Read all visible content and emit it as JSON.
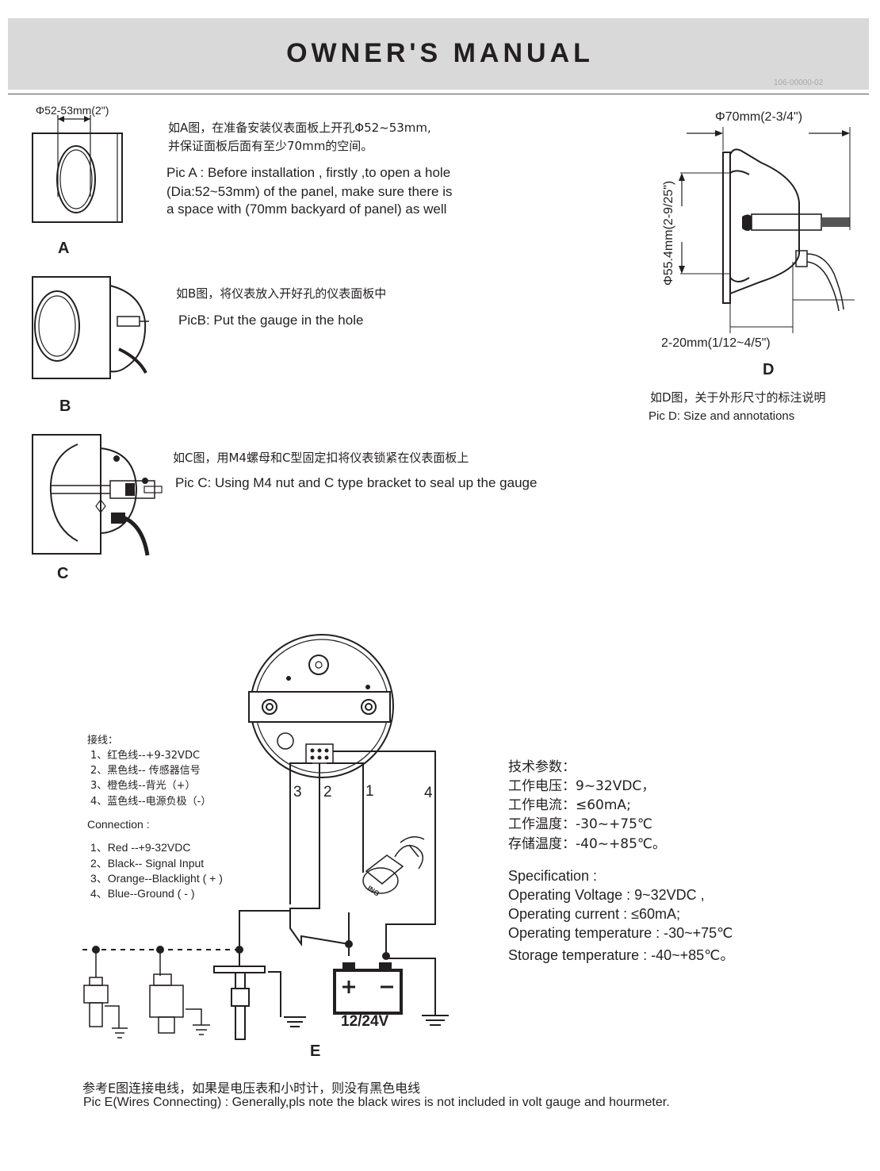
{
  "header": {
    "title": "OWNER'S  MANUAL",
    "code": "106-00000-02"
  },
  "pic_a": {
    "dim": "Φ52-53mm(2\")",
    "zh_line1": "如A图，在准备安装仪表面板上开孔Φ52~53mm,",
    "zh_line2": "并保证面板后面有至少70mm的空间。",
    "en_line1": "Pic A : Before installation , firstly ,to open a hole",
    "en_line2": "(Dia:52~53mm) of the panel, make sure there is",
    "en_line3": "a space with (70mm backyard of panel)  as well",
    "label": "A"
  },
  "pic_b": {
    "zh": "如B图，将仪表放入开好孔的仪表面板中",
    "en": "PicB: Put the gauge in the hole",
    "label": "B"
  },
  "pic_c": {
    "zh": "如C图，用M4螺母和C型固定扣将仪表锁紧在仪表面板上",
    "en": "Pic C: Using M4 nut and C type bracket to seal up the gauge",
    "label": "C"
  },
  "pic_d": {
    "dim_top": "Φ70mm(2-3/4\")",
    "dim_side": "Φ55.4mm(2-9/25\")",
    "dim_bottom": "2-20mm(1/12~4/5\")",
    "label": "D",
    "zh": "如D图，关于外形尺寸的标注说明",
    "en": "Pic D: Size and annotations"
  },
  "wiring_zh": {
    "heading": "接线：",
    "items": [
      "1、红色线--+9-32VDC",
      "2、黑色线-- 传感器信号",
      "3、橙色线--背光（+）",
      "4、蓝色线--电源负极（-）"
    ]
  },
  "wiring_en": {
    "heading": "Connection :",
    "items": [
      "1、Red --+9-32VDC",
      "2、Black-- Signal  Input",
      "3、Orange--Blacklight ( + )",
      "4、Blue--Ground ( - )"
    ]
  },
  "diagram_e": {
    "wire_numbers": [
      "3",
      "2",
      "1",
      "4"
    ],
    "battery": "12/24V",
    "ign": "ING",
    "label": "E"
  },
  "spec_zh": {
    "heading": "技术参数：",
    "items": [
      "工作电压：9~32VDC，",
      "工作电流：≤60mA;",
      "工作温度：-30~+75℃",
      "存储温度：-40~+85℃。"
    ]
  },
  "spec_en": {
    "heading": "Specification :",
    "items": [
      "Operating Voltage : 9~32VDC ,",
      "Operating current : ≤60mA;",
      "Operating temperature : -30~+75℃",
      "Storage temperature : -40~+85℃。"
    ]
  },
  "footer": {
    "zh": "参考E图连接电线，如果是电压表和小时计，则没有黑色电线",
    "en": "Pic E(Wires Connecting) : Generally,pls note the black wires is not included in volt gauge and hourmeter."
  }
}
